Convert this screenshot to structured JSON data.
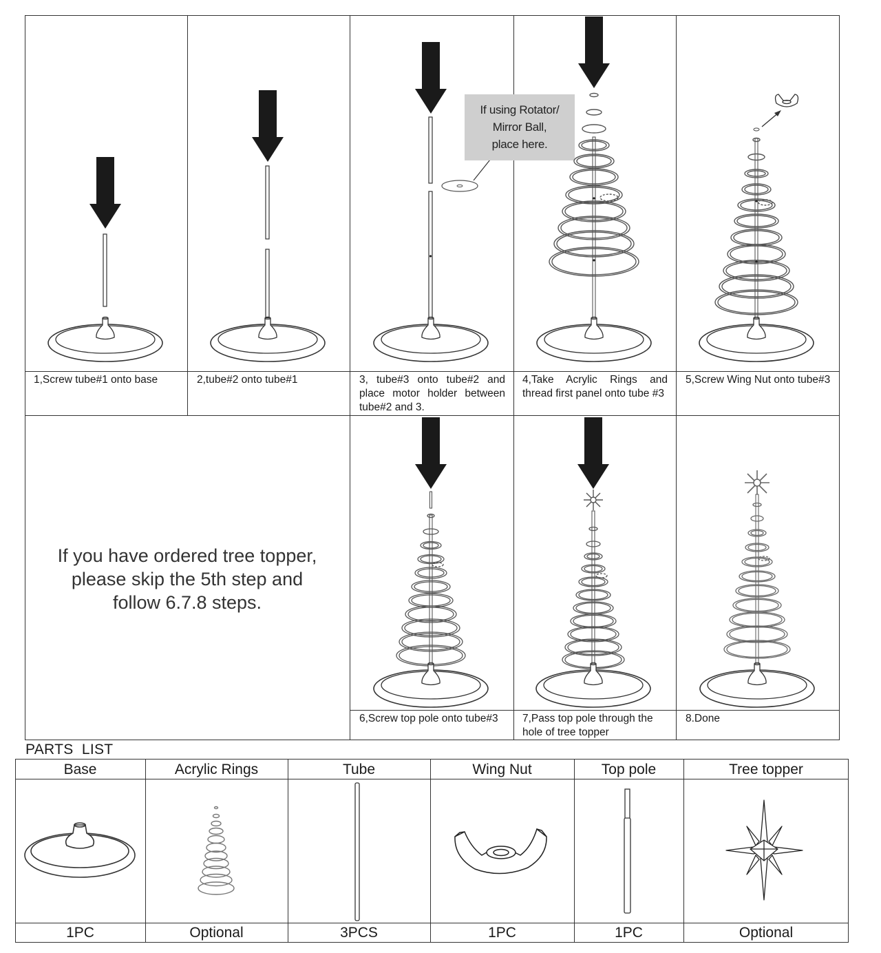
{
  "steps": [
    {
      "number": "1",
      "caption": "1,Screw tube#1 onto base"
    },
    {
      "number": "2",
      "caption": "2,tube#2 onto tube#1"
    },
    {
      "number": "3",
      "caption": "3, tube#3 onto tube#2 and place motor holder between tube#2 and 3."
    },
    {
      "number": "4",
      "caption": "4,Take Acrylic Rings and thread first panel onto tube #3"
    },
    {
      "number": "5",
      "caption": "5,Screw Wing Nut onto tube#3"
    },
    {
      "number": "6",
      "caption": "6,Screw top pole onto tube#3"
    },
    {
      "number": "7",
      "caption": "7,Pass top pole through the hole of tree topper"
    },
    {
      "number": "8",
      "caption": "8.Done"
    }
  ],
  "callout": {
    "line1": "If using Rotator/",
    "line2": "Mirror Ball,",
    "line3": "place here."
  },
  "note": {
    "line1": "If you have ordered tree topper,",
    "line2": "please skip the 5th step and",
    "line3": "follow 6.7.8 steps."
  },
  "parts_list": {
    "title": "PARTS  LIST",
    "items": [
      {
        "name": "Base",
        "quantity": "1PC",
        "icon": "base-icon"
      },
      {
        "name": "Acrylic Rings",
        "quantity": "Optional",
        "icon": "acrylic-rings-icon"
      },
      {
        "name": "Tube",
        "quantity": "3PCS",
        "icon": "tube-icon"
      },
      {
        "name": "Wing Nut",
        "quantity": "1PC",
        "icon": "wing-nut-icon"
      },
      {
        "name": "Top pole",
        "quantity": "1PC",
        "icon": "top-pole-icon"
      },
      {
        "name": "Tree topper",
        "quantity": "Optional",
        "icon": "tree-topper-icon"
      }
    ]
  },
  "colors": {
    "line": "#333333",
    "arrow": "#1a1a1a",
    "callout_bg": "#cfcfcf",
    "ring": "#555555"
  }
}
